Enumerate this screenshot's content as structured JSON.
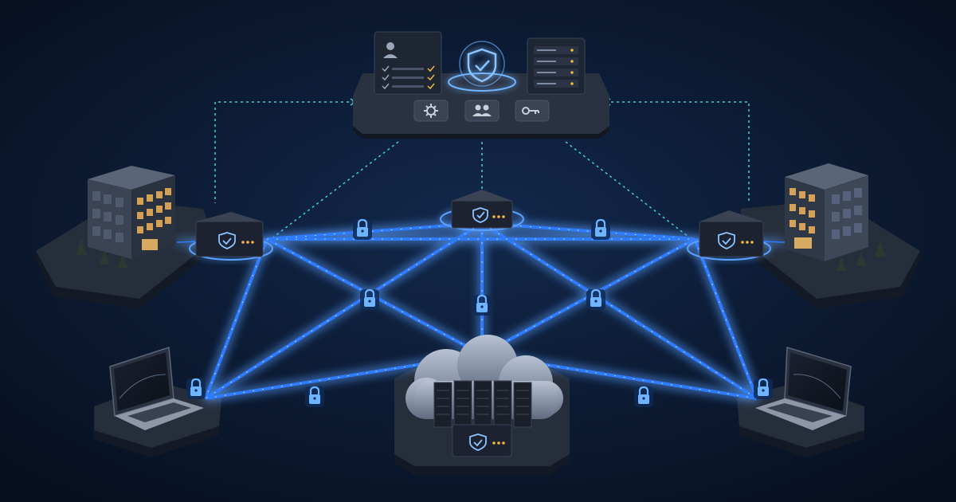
{
  "theme": {
    "background_center": "#12284a",
    "background_edge": "#070f1f",
    "link_color": "#2f7bff",
    "link_glow": "#5aa0ff",
    "control_link_color": "#3fd0d0",
    "platform_top": "#2a3242",
    "platform_side": "#161c28",
    "device_body": "#1c2230",
    "accent_amber": "#f4b63f",
    "lock_color": "#6fb4ff"
  },
  "icons": {
    "center_shield": "shield-check-icon",
    "console_buttons": [
      "gear-icon",
      "users-icon",
      "key-icon"
    ],
    "profile": "user-icon",
    "link_marker": "padlock-icon",
    "cloud": "cloud-icon"
  },
  "diagram": {
    "nodes": [
      {
        "id": "control-console",
        "type": "management-console"
      },
      {
        "id": "gw-left",
        "type": "security-gateway"
      },
      {
        "id": "gw-center",
        "type": "security-gateway"
      },
      {
        "id": "gw-right",
        "type": "security-gateway"
      },
      {
        "id": "office-left",
        "type": "office-building"
      },
      {
        "id": "office-right",
        "type": "office-building"
      },
      {
        "id": "laptop-left",
        "type": "laptop"
      },
      {
        "id": "laptop-right",
        "type": "laptop"
      },
      {
        "id": "cloud-dc",
        "type": "cloud-datacenter"
      }
    ],
    "edges": [
      {
        "from": "gw-left",
        "to": "gw-center",
        "secured": true
      },
      {
        "from": "gw-center",
        "to": "gw-right",
        "secured": true
      },
      {
        "from": "gw-left",
        "to": "laptop-left",
        "secured": true
      },
      {
        "from": "gw-right",
        "to": "laptop-right",
        "secured": true
      },
      {
        "from": "laptop-left",
        "to": "cloud-dc",
        "secured": true
      },
      {
        "from": "cloud-dc",
        "to": "laptop-right",
        "secured": true
      },
      {
        "from": "gw-left",
        "to": "cloud-dc",
        "secured": true
      },
      {
        "from": "gw-right",
        "to": "cloud-dc",
        "secured": true
      },
      {
        "from": "gw-center",
        "to": "cloud-dc",
        "secured": true
      },
      {
        "from": "gw-center",
        "to": "laptop-left",
        "secured": false
      },
      {
        "from": "gw-center",
        "to": "laptop-right",
        "secured": false
      },
      {
        "from": "gw-left",
        "to": "gw-right",
        "secured": false
      },
      {
        "from": "office-left",
        "to": "gw-left",
        "secured": false
      },
      {
        "from": "office-right",
        "to": "gw-right",
        "secured": false
      }
    ],
    "control_links": [
      {
        "from": "control-console",
        "to": "gw-left"
      },
      {
        "from": "control-console",
        "to": "gw-center"
      },
      {
        "from": "control-console",
        "to": "gw-right"
      },
      {
        "from": "control-console",
        "to": "office-left"
      },
      {
        "from": "control-console",
        "to": "office-right"
      }
    ]
  }
}
